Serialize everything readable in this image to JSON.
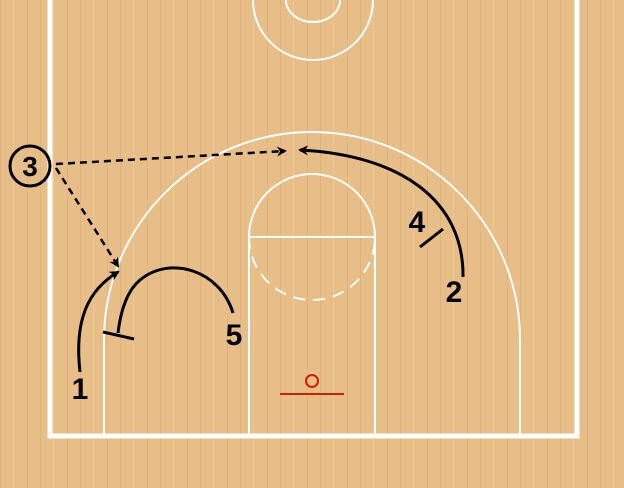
{
  "diagram": {
    "players": [
      {
        "id": "p1",
        "label": "1"
      },
      {
        "id": "p2",
        "label": "2"
      },
      {
        "id": "p3",
        "label": "3",
        "has_ball": true
      },
      {
        "id": "p4",
        "label": "4"
      },
      {
        "id": "p5",
        "label": "5"
      }
    ]
  },
  "colors": {
    "floor": "#e7bd88",
    "floor_grain": "#d9a873",
    "lines": "#ffffff",
    "ink": "#000000",
    "rim": "#cc2200"
  }
}
